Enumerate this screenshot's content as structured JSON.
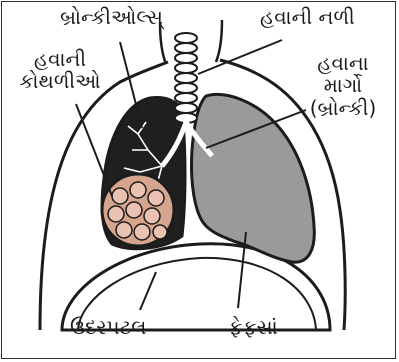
{
  "labels": {
    "bronchioles": "બ્રોન્કીઓલ્સ્",
    "windpipe": "હવાની નળી",
    "air_sacs_line1": "હવાની",
    "air_sacs_line2": "કોથળીઓ",
    "bronchi_line1": "હવાના",
    "bronchi_line2": "માર્ગો",
    "bronchi_line3": "(બ્રોન્કી)",
    "diaphragm": "ઉદરપટલ",
    "lungs": "ફેફસાં"
  },
  "colors": {
    "outline": "#1c1c1c",
    "lung_fill": "#9a9a9a",
    "cavity_fill": "#1f1f1f",
    "alveoli_fill": "#d7a48e",
    "frame": "#2f2f2f"
  }
}
